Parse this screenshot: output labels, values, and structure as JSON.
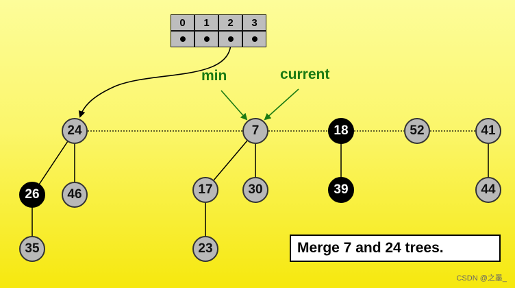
{
  "array": {
    "indices": [
      "0",
      "1",
      "2",
      "3"
    ]
  },
  "labels": {
    "min": "min",
    "current": "current"
  },
  "nodes": {
    "n24": "24",
    "n7": "7",
    "n18": "18",
    "n52": "52",
    "n41": "41",
    "n26": "26",
    "n46": "46",
    "n17": "17",
    "n30": "30",
    "n39": "39",
    "n44": "44",
    "n35": "35",
    "n23": "23"
  },
  "message": "Merge 7 and 24 trees.",
  "watermark": "CSDN @之墨_",
  "colors": {
    "pointer_label": "#1a7a12",
    "node_gray": "#b8b8b8",
    "node_black": "#000000",
    "background_top": "#fdfd9a",
    "background_bottom": "#f6e80e"
  }
}
